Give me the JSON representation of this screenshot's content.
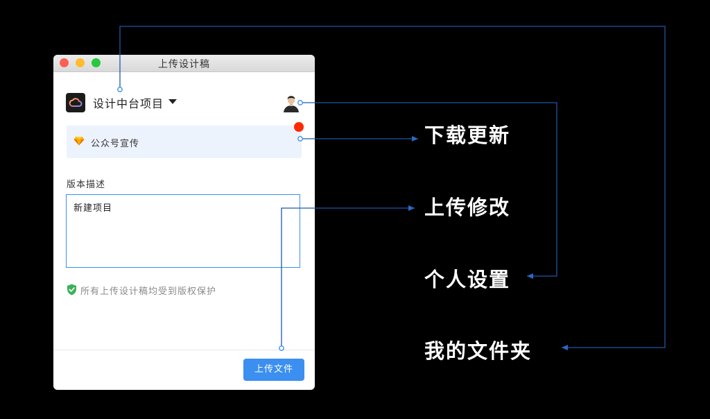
{
  "window": {
    "title": "上传设计稿"
  },
  "project": {
    "name": "设计中台项目"
  },
  "file_row": {
    "name": "公众号宣传"
  },
  "description": {
    "label": "版本描述",
    "value": "新建项目"
  },
  "protection": {
    "text": "所有上传设计稿均受到版权保护"
  },
  "upload_button": {
    "label": "上传文件"
  },
  "features": {
    "download_update": "下载更新",
    "upload_changes": "上传修改",
    "personal_settings": "个人设置",
    "my_folder": "我的文件夹"
  },
  "colors": {
    "accent": "#3b8ff0",
    "connector": "#1f57a8",
    "badge": "#fe2a00",
    "file_row_bg": "#edf3fc",
    "shield": "#3cb15a"
  },
  "icons": {
    "project": "cloud-icon",
    "file": "sketch-diamond-icon",
    "protection": "shield-check-icon"
  }
}
